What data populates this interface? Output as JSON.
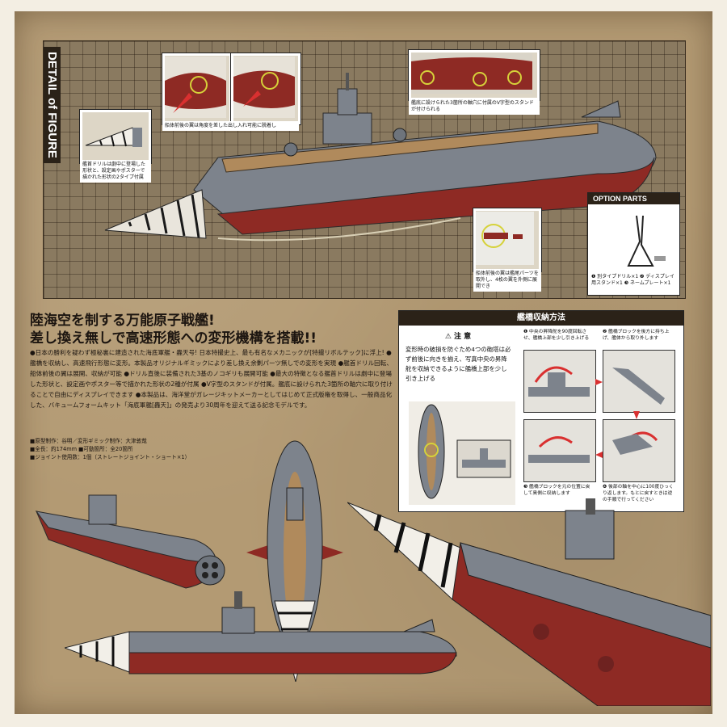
{
  "detail_title": "DETAIL of FIGURE",
  "captions": {
    "drill": "艦首ドリルは劇中に登場した形状と、設定画やポスターで描かれた形状の2タイプ付属",
    "fins": "船体前後の翼は角度を差した出し入れ可能に脱着し",
    "portholes": "艦底に設けられた3箇所の軸穴に付属のV字型のスタンドが付けられる",
    "rear": "船体前後の翼は艦尾パーツを取外し、4枚の翼を外側に展開でき"
  },
  "option_parts": {
    "title": "OPTION PARTS",
    "note": "❶ 別タイプドリル×1 ❷ ディスプレイ用スタンド×1 ❸ ネームプレート×1"
  },
  "headline": {
    "line1": "陸海空を制する万能原子戦艦!",
    "line2": "差し換え無しで高速形態への変形機構を搭載!!"
  },
  "body_text": "●日本の勝利を疑わず極秘裏に建造された海底軍艦・轟天号! 日本特撮史上、最も有名なメカニックが[特撮リボルテック]に浮上! ●艦橋を収納し、高速飛行形態に変形。本製品オリジナルギミックにより差し換え余剰パーツ無しでの変形を実現 ●艦首ドリル回転、船体前後の翼は展開、収納が可能 ●ドリル直後に装備された3基のノコギリも展開可能 ●最大の特徴となる艦首ドリルは劇中に登場した形状と、設定画やポスター等で描かれた形状の2種が付属 ●V字型のスタンドが付属。艦底に設けられた3箇所の軸穴に取り付けることで自由にディスプレイできます ●本製品は、海洋堂がガレージキットメーカーとしてはじめて正式版権を取得し、一般商品化した、バキュームフォームキット「海底軍艦[轟天]」の発売より30周年を迎えて送る記念モデルです。",
  "specs": {
    "line1": "■原型制作：谷明／変形ギミック制作：大津敦哉",
    "line2": "■全長：約174mm ■可動箇所：全20箇所",
    "line3": "■ジョイント使用数：1個（ストレートジョイント・ショート×1）"
  },
  "stow": {
    "title": "艦橋収納方法",
    "caution_title": "注 意",
    "caution_text": "変形時の破損を防ぐため4つの砲塔は必ず前後に向きを揃え、写真中央の昇降舵を収納できるように艦橋上部を少し引き上げる",
    "step1": "❶ 中央の昇降舵を90度回転させ、艦橋上部を少し引き上げる",
    "step2": "❷ 艦橋ブロックを後方に持ち上げ、艦体から取り外します",
    "step3": "❸ 艦橋ブロックを元の位置に戻して奥側に収納します",
    "step4": "❹ 後部の軸を中心に100度ひっくり返します。もとに戻すときは逆の手順で行ってください"
  },
  "colors": {
    "hull_gray": "#7d838c",
    "hull_red": "#8e2a24",
    "deck_wood": "#b08a5c",
    "cardboard": "#b39a73"
  }
}
